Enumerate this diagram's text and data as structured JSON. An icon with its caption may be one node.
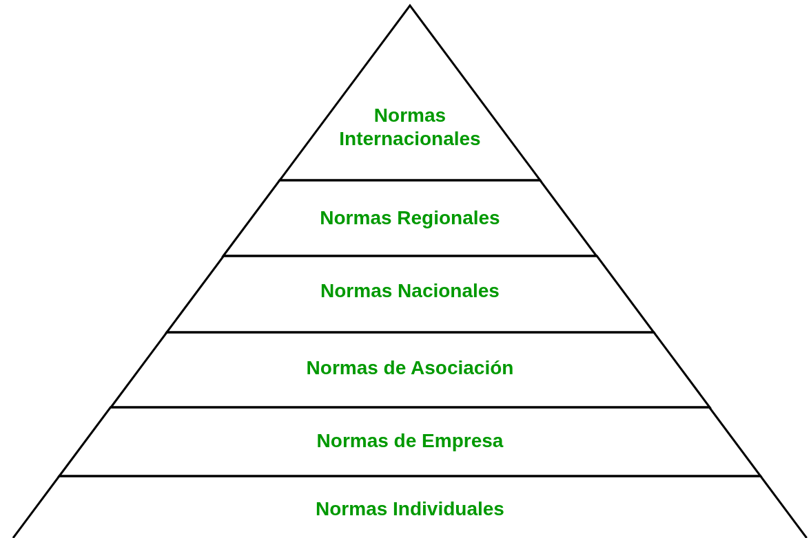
{
  "diagram": {
    "nodes": [
      {
        "text": [
          "Normas Internacionales"
        ]
      },
      {
        "text": [
          "Normas Regionales"
        ]
      },
      {
        "text": [
          "Normas Nacionales"
        ]
      },
      {
        "text": [
          "Normas de Asociación"
        ]
      },
      {
        "text": [
          "Normas de Empresa"
        ]
      },
      {
        "text": [
          "Normas Individuales"
        ]
      }
    ]
  }
}
